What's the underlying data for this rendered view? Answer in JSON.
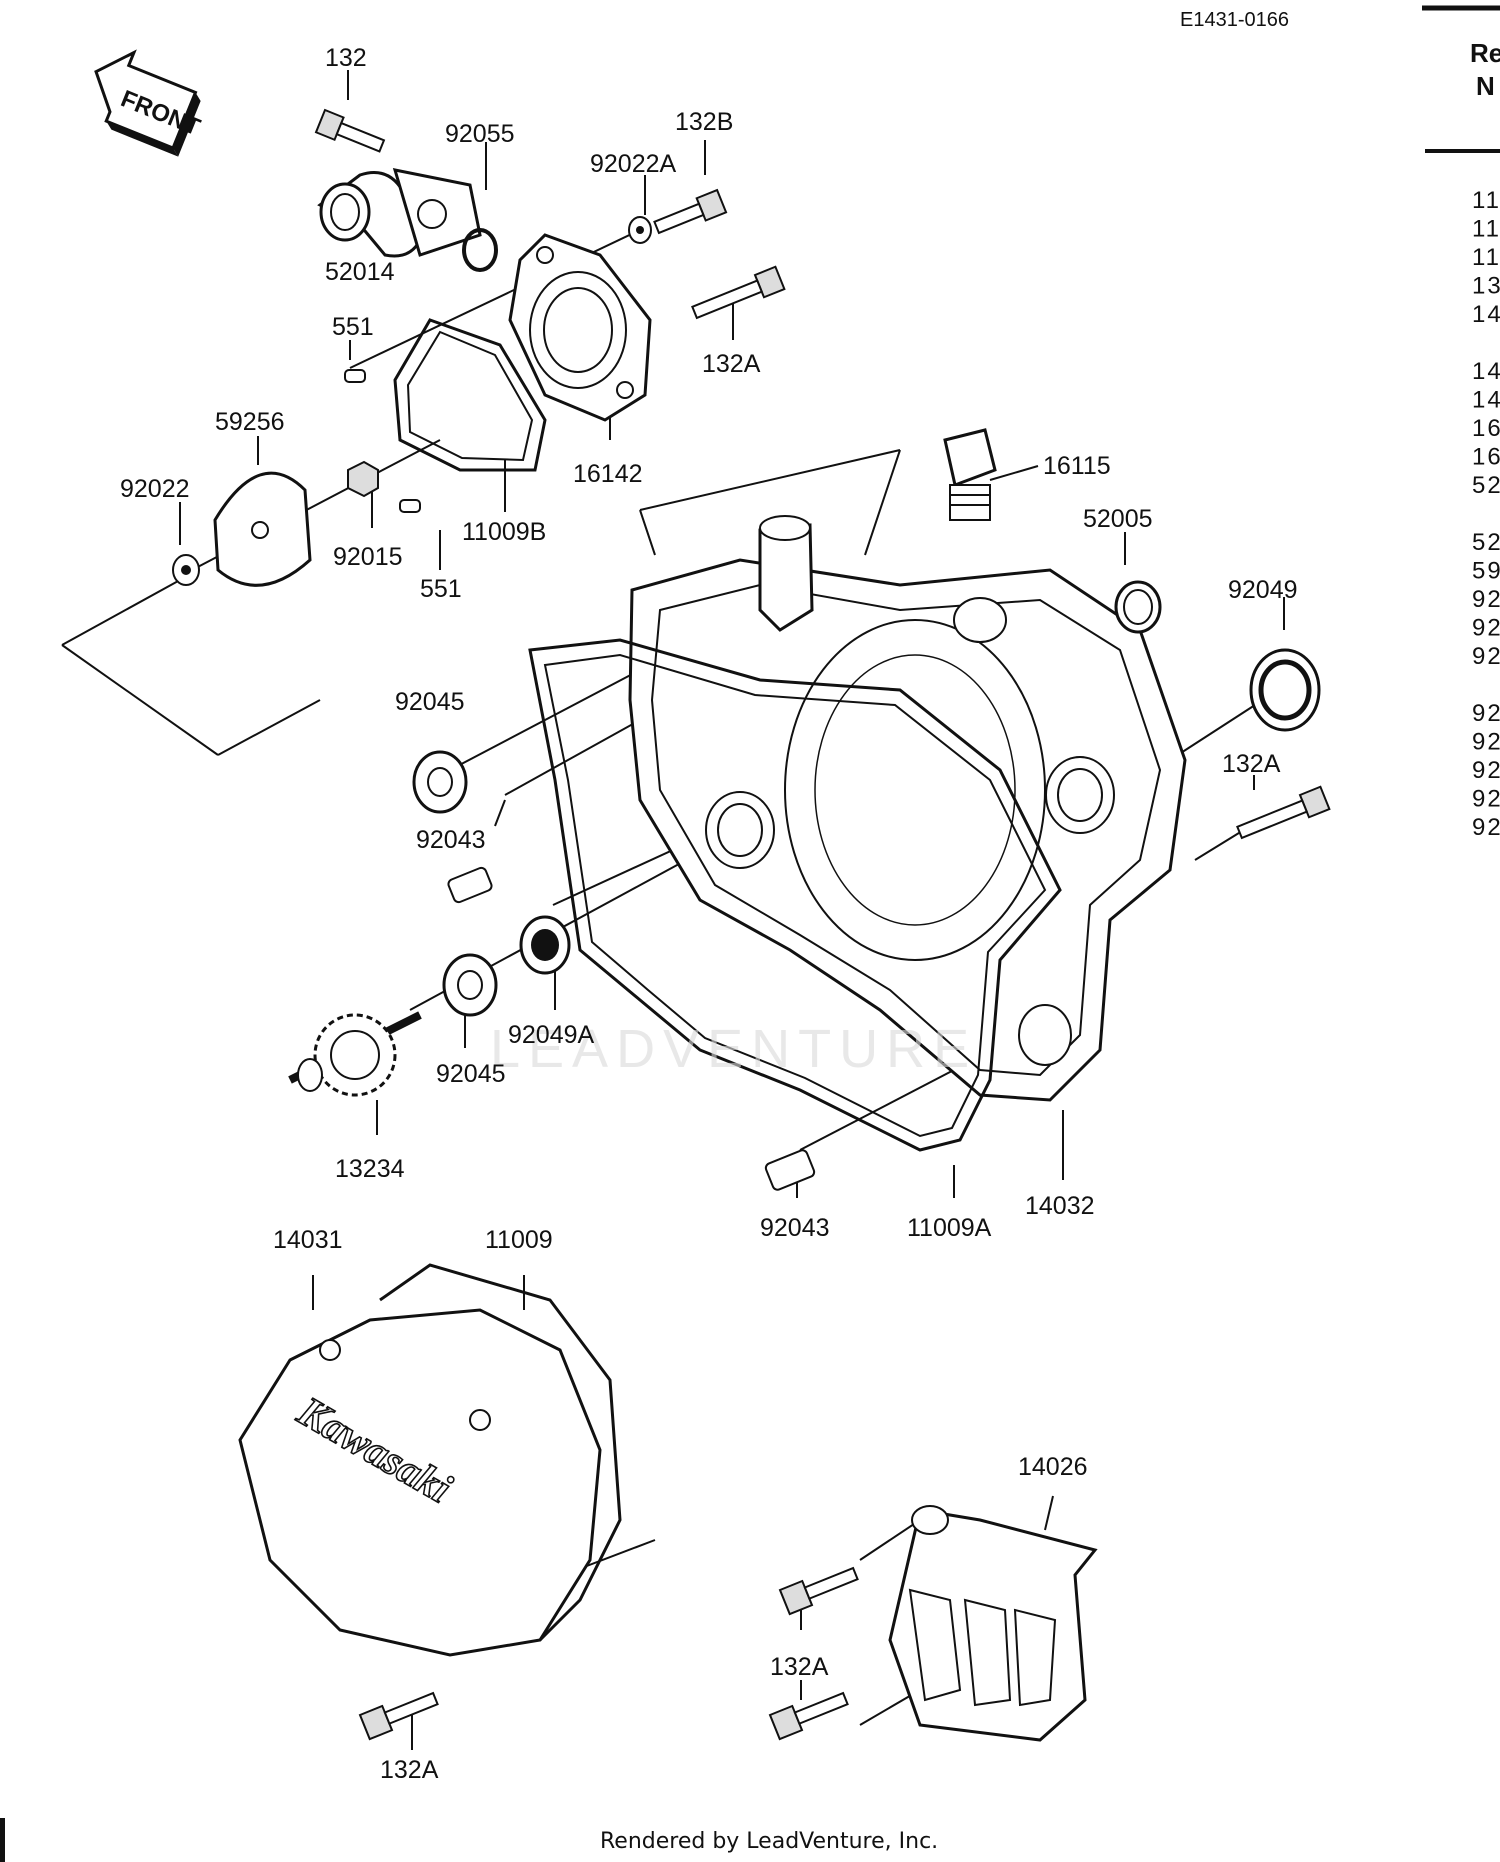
{
  "diagram_ref": "E1431-0166",
  "front_arrow_label": "FRONT",
  "brand_logo_text": "Kawasaki",
  "footer": "Rendered by LeadVenture, Inc.",
  "watermark": "LEADVENTURE",
  "parts_list": {
    "header_line1": "Re",
    "header_line2": "N",
    "rows": [
      "11",
      "11",
      "11",
      "13",
      "14",
      "14",
      "14",
      "16",
      "16",
      "52",
      "52",
      "59",
      "92",
      "92",
      "92",
      "92",
      "92",
      "92",
      "92",
      "92"
    ]
  },
  "labels": {
    "p132": "132",
    "p92055": "92055",
    "p132B": "132B",
    "p92022A": "92022A",
    "p52014": "52014",
    "p551_top": "551",
    "p132A_top": "132A",
    "p59256": "59256",
    "p92022": "92022",
    "p16142": "16142",
    "p92015": "92015",
    "p11009B": "11009B",
    "p551_bottom": "551",
    "p16115": "16115",
    "p52005": "52005",
    "p92049": "92049",
    "p92045_top": "92045",
    "p132A_right": "132A",
    "p92043_left": "92043",
    "p92049A": "92049A",
    "p92045_bottom": "92045",
    "p13234": "13234",
    "p92043_bottom": "92043",
    "p11009A": "11009A",
    "p14032": "14032",
    "p14031": "14031",
    "p11009": "11009",
    "p14026": "14026",
    "p132A_guard": "132A",
    "p132A_cover": "132A"
  }
}
